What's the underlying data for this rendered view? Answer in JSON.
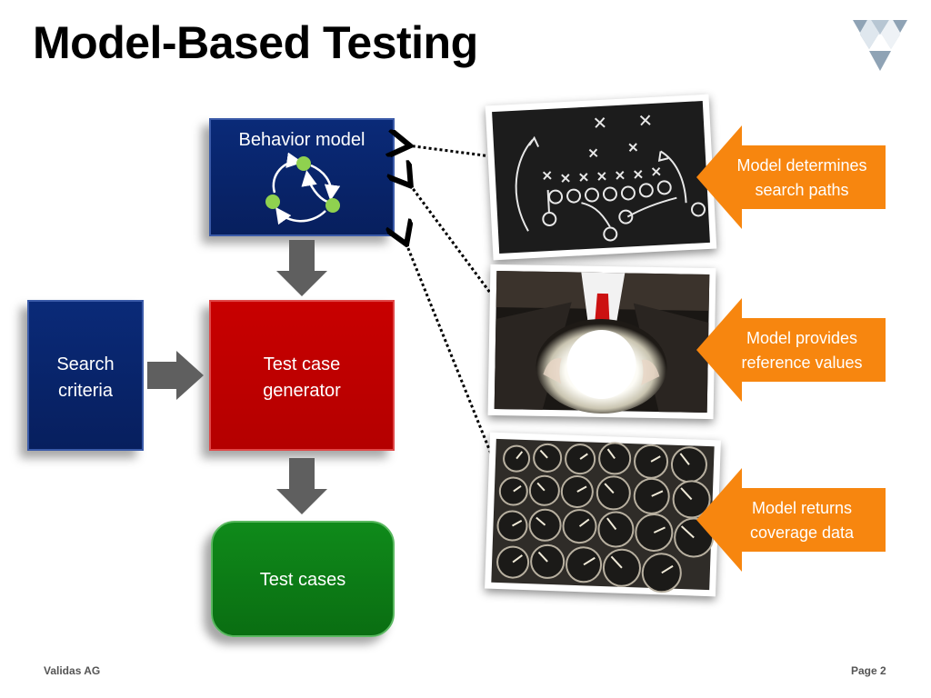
{
  "slide": {
    "title": "Model-Based Testing",
    "footer_left": "Validas AG",
    "footer_right": "Page 2"
  },
  "flow": {
    "behavior_model": "Behavior model",
    "search_criteria": [
      "Search",
      "criteria"
    ],
    "generator": [
      "Test case",
      "generator"
    ],
    "test_cases": "Test cases"
  },
  "callouts": [
    {
      "lines": [
        "Model determines",
        "search paths"
      ]
    },
    {
      "lines": [
        "Model provides",
        "reference values"
      ]
    },
    {
      "lines": [
        "Model returns",
        "coverage data"
      ]
    }
  ],
  "colors": {
    "blue": "#071f5e",
    "red": "#c00000",
    "green": "#0a7a15",
    "orange": "#f7860f",
    "arrow_gray": "#5f5f5f"
  },
  "icons": [
    "validas-logo",
    "cycle-icon",
    "playbook-photo",
    "crystal-ball-photo",
    "gauges-photo"
  ]
}
